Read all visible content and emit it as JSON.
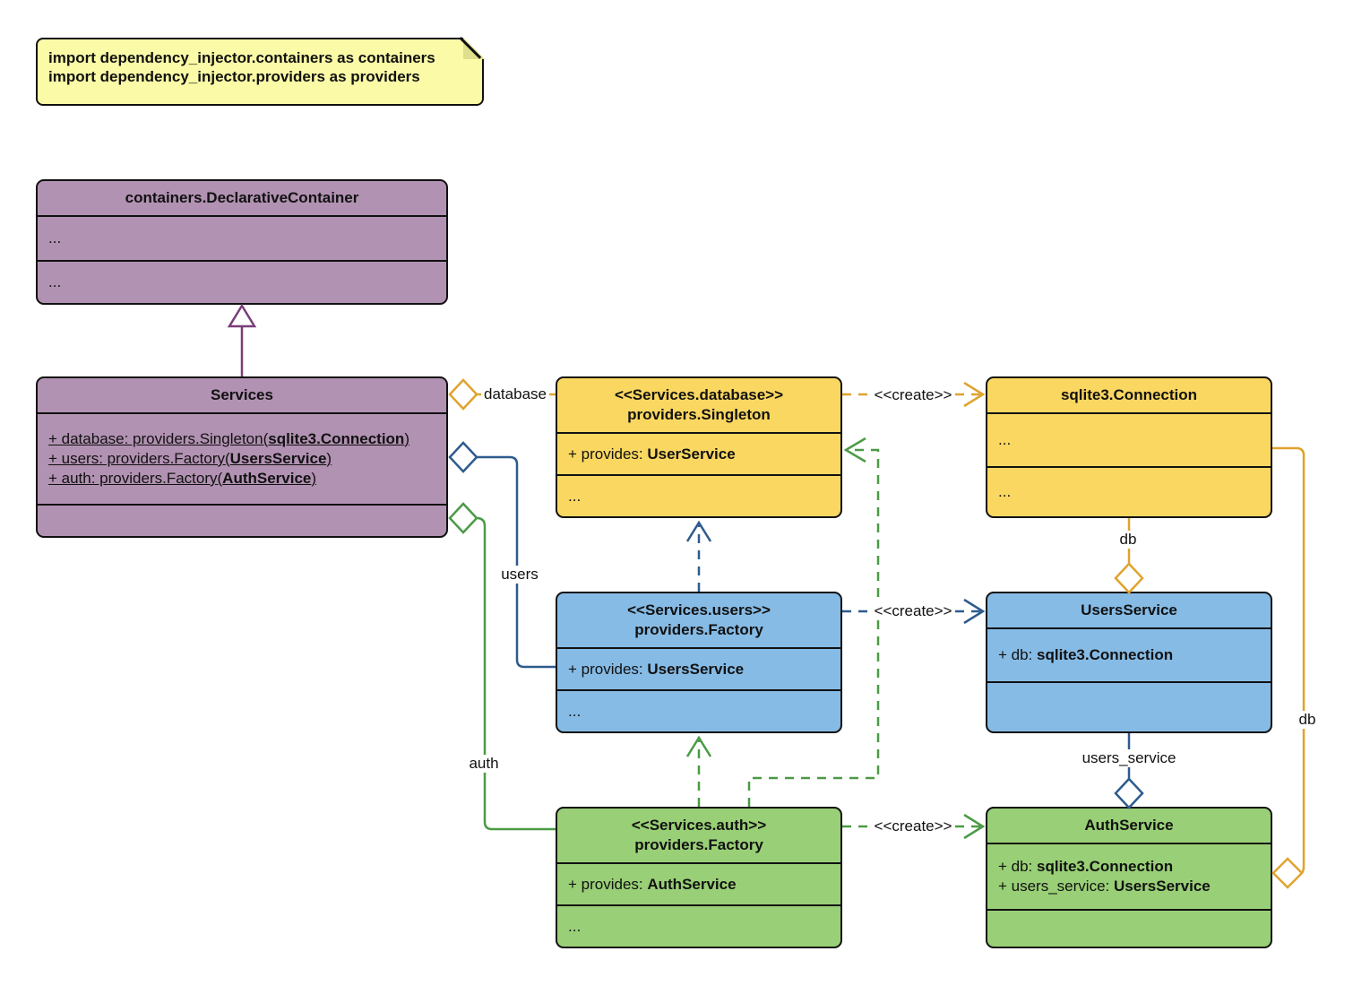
{
  "palette": {
    "purple_fill": "#B292B2",
    "purple_stroke": "#7A3E7A",
    "yellow_fill": "#FAD761",
    "yellow_stroke": "#DFA32E",
    "blue_fill": "#86BBE5",
    "blue_stroke": "#2D5B8E",
    "green_fill": "#99CF76",
    "green_stroke": "#4B9A45",
    "note_fill": "#FBFBA7",
    "box_border": "#111111"
  },
  "note": {
    "lines": [
      "import dependency_injector.containers as containers",
      "import dependency_injector.providers as providers"
    ]
  },
  "boxes": {
    "declarative": {
      "title": "containers.DeclarativeContainer",
      "rows": [
        "...",
        "..."
      ]
    },
    "services": {
      "title": "Services",
      "attrs": [
        {
          "pre": "+ database: providers.Singleton(",
          "bold": "sqlite3.Connection",
          "post": ")"
        },
        {
          "pre": "+ users: providers.Factory(",
          "bold": "UsersService",
          "post": ")"
        },
        {
          "pre": "+ auth: providers.Factory(",
          "bold": "AuthService",
          "post": ")"
        }
      ]
    },
    "singleton": {
      "stereotype": "<<Services.database>>",
      "title": "providers.Singleton",
      "attr": {
        "pre": "+ provides: ",
        "bold": "UserService"
      },
      "more": "..."
    },
    "sqlite": {
      "title": "sqlite3.Connection",
      "rows": [
        "...",
        "..."
      ]
    },
    "users_factory": {
      "stereotype": "<<Services.users>>",
      "title": "providers.Factory",
      "attr": {
        "pre": "+ provides: ",
        "bold": "UsersService"
      },
      "more": "..."
    },
    "users_service": {
      "title": "UsersService",
      "attr": {
        "pre": "+ db: ",
        "bold": "sqlite3.Connection"
      }
    },
    "auth_factory": {
      "stereotype": "<<Services.auth>>",
      "title": "providers.Factory",
      "attr": {
        "pre": "+ provides: ",
        "bold": "AuthService"
      },
      "more": "..."
    },
    "auth_service": {
      "title": "AuthService",
      "attrs": [
        {
          "pre": "+ db: ",
          "bold": "sqlite3.Connection"
        },
        {
          "pre": "+ users_service: ",
          "bold": "UsersService"
        }
      ]
    }
  },
  "edge_labels": {
    "database": "database",
    "users": "users",
    "auth": "auth",
    "create_database": "<<create>>",
    "create_users": "<<create>>",
    "create_auth": "<<create>>",
    "db_top": "db",
    "db_right": "db",
    "users_service": "users_service"
  }
}
